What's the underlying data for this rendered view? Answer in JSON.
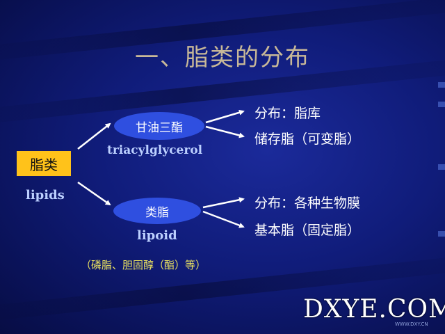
{
  "title": "一、脂类的分布",
  "root": {
    "label": "脂类",
    "latin": "lipids"
  },
  "branches": [
    {
      "label": "甘油三酯",
      "latin": "triacylglycerol",
      "leaves": [
        "分布：脂库",
        "储存脂（可变脂）"
      ]
    },
    {
      "label": "类脂",
      "latin": "lipoid",
      "leaves": [
        "分布：各种生物膜",
        "基本脂（固定脂）"
      ]
    }
  ],
  "note": "（磷脂、胆固醇（酯）等）",
  "watermark": {
    "text": "DXYE.COM",
    "url": "WWW.DXY.CN"
  },
  "colors": {
    "title": "#c8b898",
    "root_fill": "#ffc21a",
    "ellipse_fill": "#2f4fe0",
    "latin": "#bcd0ff",
    "note": "#e8e060"
  }
}
